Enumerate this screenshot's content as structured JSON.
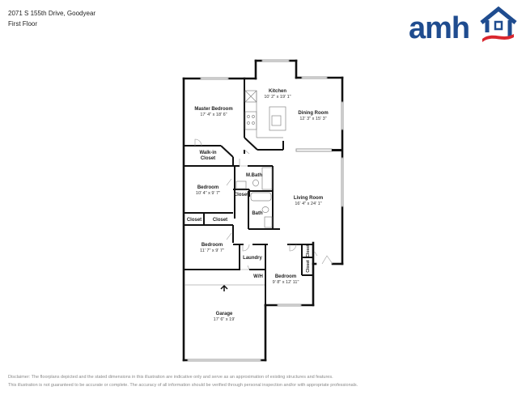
{
  "header": {
    "address": "2071 S 155th Drive, Goodyear",
    "floor": "First Floor"
  },
  "logo": {
    "text": "amh",
    "icon": "house-outline-icon",
    "brand_color": "#1f4c8f",
    "accent_color": "#d9262e"
  },
  "rooms": {
    "kitchen": {
      "name": "Kitchen",
      "dims": "10' 2\" x 19' 1\""
    },
    "dining_room": {
      "name": "Dining Room",
      "dims": "12' 3\" x 15' 3\""
    },
    "master_bedroom": {
      "name": "Master Bedroom",
      "dims": "17' 4\" x 18' 6\""
    },
    "walk_in_closet": {
      "name_line1": "Walk-in",
      "name_line2": "Closet"
    },
    "master_bath": {
      "name": "M.Bath"
    },
    "bedroom_2": {
      "name": "Bedroom",
      "dims": "10' 4\" x 9' 7\""
    },
    "closet_hall": {
      "name": "Closet"
    },
    "closet_a": {
      "name": "Closet"
    },
    "closet_b": {
      "name": "Closet"
    },
    "bath": {
      "name": "Bath"
    },
    "living_room": {
      "name": "Living Room",
      "dims": "16' 4\" x 24' 1\""
    },
    "bedroom_3": {
      "name": "Bedroom",
      "dims": "11' 7\" x 9' 7\""
    },
    "laundry": {
      "name": "Laundry"
    },
    "water_heater": {
      "name": "W/H"
    },
    "bedroom_4": {
      "name": "Bedroom",
      "dims": "9' 8\" x 12' 11\""
    },
    "closet_c": {
      "name": "Closet"
    },
    "closet_d": {
      "name": "Closet"
    },
    "garage": {
      "name": "Garage",
      "dims": "17' 6\" x 19'"
    }
  },
  "disclaimer": {
    "line1": "Disclaimer: The floorplans depicted and the stated dimensions in this illustration are indicative only and serve as an approximation of existing structures and features.",
    "line2": "This illustration is not guaranteed to be accurate or complete. The accuracy of all information should be verified through personal inspection and/or with appropriate professionals."
  }
}
